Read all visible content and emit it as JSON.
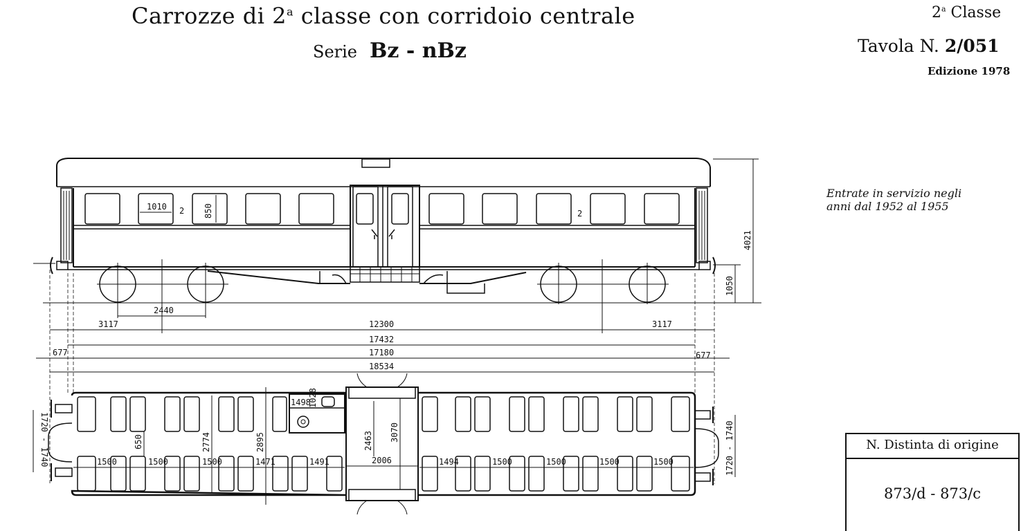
{
  "header": {
    "title_main": "Carrozze di 2",
    "title_sup": "a",
    "title_rest": " classe con corridoio centrale",
    "serie_label": "Serie",
    "serie_value": "Bz - nBz",
    "class_num": "2",
    "class_sup": "a",
    "class_word": " Classe",
    "tavola_label": "Tavola N.",
    "tavola_value": "2/051",
    "edizione": "Edizione 1978"
  },
  "note": {
    "line1": "Entrate in servizio negli",
    "line2": "anni dal 1952 al 1955"
  },
  "distinta": {
    "header": "N. Distinta di origine",
    "value": "873/d - 873/c"
  },
  "elevation": {
    "window_width": "1010",
    "window_height": "850",
    "class_mark_left": "2",
    "class_mark_right": "2",
    "total_height": "4021",
    "floor_height": "1050",
    "bogie_wheelbase": "2440",
    "overhang_left": "3117",
    "bogie_centres": "12300",
    "overhang_right": "3117",
    "body_length": "17432",
    "buffer_left": "677",
    "frame_length": "17180",
    "buffer_right": "677",
    "overall_length": "18534"
  },
  "plan": {
    "wc_dim_a": "1498",
    "wc_dim_b": "1028",
    "aisle": "650",
    "inner_width": "2774",
    "outer_width": "2895",
    "vestibule_depth": "2463",
    "vestibule_width": "3070",
    "vestibule_length": "2006",
    "bay_left_1": "1500",
    "bay_left_2": "1500",
    "bay_left_3": "1500",
    "bay_left_4": "1471",
    "bay_left_5": "1491",
    "bay_right_1": "1494",
    "bay_right_2": "1500",
    "bay_right_3": "1500",
    "bay_right_4": "1500",
    "bay_right_5": "1500",
    "buffer_span_left": "1720 - 1740",
    "buffer_span_right": "1720 - 1740"
  }
}
